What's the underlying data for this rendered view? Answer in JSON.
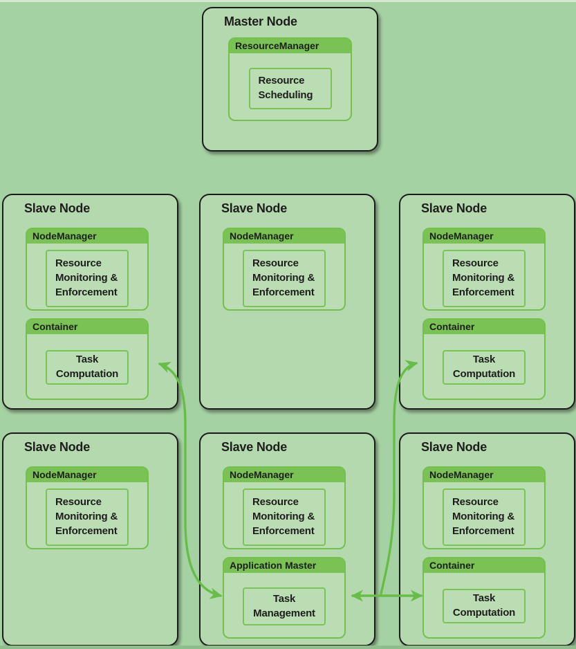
{
  "palette": {
    "background": "#a5d2a3",
    "node_fill": "#b5d9ae",
    "node_border": "#1c1c1c",
    "component_border": "#74c04c",
    "component_header": "#7ac253",
    "arrow": "#67bd47",
    "text": "#1d1d1b"
  },
  "nodes": [
    {
      "position": "top-center",
      "title": "Master Node",
      "components": [
        {
          "header": "ResourceManager",
          "label": "Resource Scheduling"
        }
      ]
    },
    {
      "position": "middle-left",
      "title": "Slave Node",
      "components": [
        {
          "header": "NodeManager",
          "label": "Resource Monitoring & Enforcement"
        },
        {
          "header": "Container",
          "label": "Task Computation"
        }
      ]
    },
    {
      "position": "middle-center",
      "title": "Slave Node",
      "components": [
        {
          "header": "NodeManager",
          "label": "Resource Monitoring & Enforcement"
        }
      ]
    },
    {
      "position": "middle-right",
      "title": "Slave Node",
      "components": [
        {
          "header": "NodeManager",
          "label": "Resource Monitoring & Enforcement"
        },
        {
          "header": "Container",
          "label": "Task Computation"
        }
      ]
    },
    {
      "position": "bottom-left",
      "title": "Slave Node",
      "components": [
        {
          "header": "NodeManager",
          "label": "Resource Monitoring & Enforcement"
        }
      ]
    },
    {
      "position": "bottom-center",
      "title": "Slave Node",
      "components": [
        {
          "header": "NodeManager",
          "label": "Resource Monitoring & Enforcement"
        },
        {
          "header": "Application Master",
          "label": "Task Management"
        }
      ]
    },
    {
      "position": "bottom-right",
      "title": "Slave Node",
      "components": [
        {
          "header": "NodeManager",
          "label": "Resource Monitoring & Enforcement"
        },
        {
          "header": "Container",
          "label": "Task Computation"
        }
      ]
    }
  ],
  "connections": [
    {
      "from": "bottom-center Application Master",
      "to": "middle-left Container",
      "style": "double-headed curved arrow"
    },
    {
      "from": "bottom-center Application Master",
      "to": "bottom-right Container",
      "style": "double-headed straight arrow"
    },
    {
      "from": "bottom-center Application Master",
      "to": "middle-right Container",
      "style": "single-headed curved arrow"
    }
  ]
}
